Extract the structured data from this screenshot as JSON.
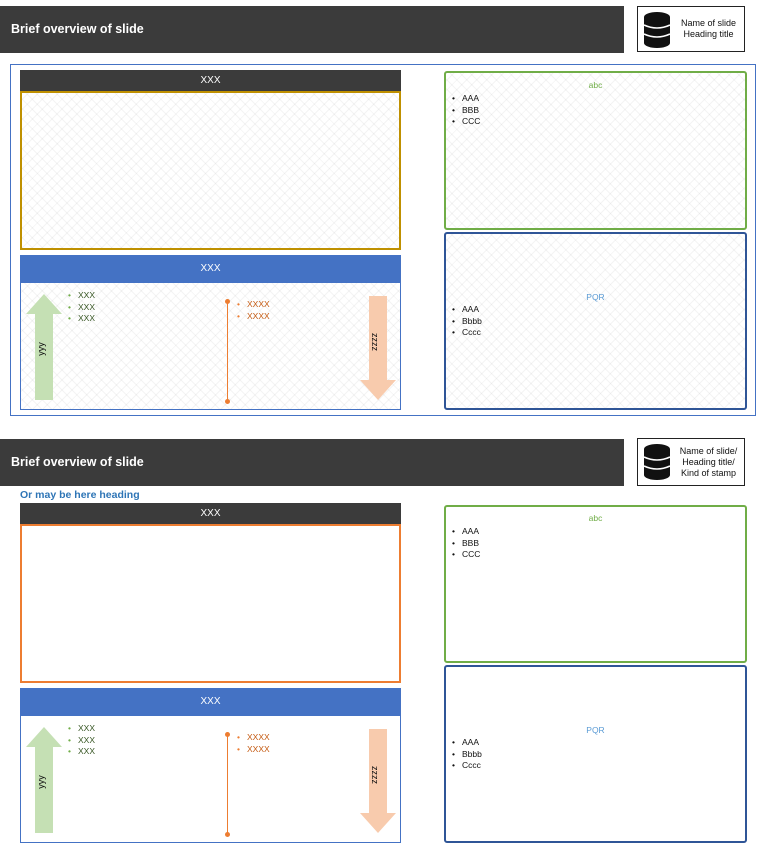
{
  "slide1": {
    "header": {
      "title": "Brief overview of slide"
    },
    "stamp": {
      "text": "Name of slide\nHeading title",
      "icon": "database-icon"
    },
    "top_left": {
      "bar_label": "XXX",
      "border_color": "#bf9000"
    },
    "bottom_left": {
      "bar_label": "XXX",
      "up_arrow_label": "yyy",
      "green_list": [
        "XXX",
        "XXX",
        "XXX"
      ],
      "orange_list": [
        "XXXX",
        "XXXX"
      ],
      "down_arrow_label": "zzzz"
    },
    "abc_panel": {
      "title": "abc",
      "items": [
        "AAA",
        "BBB",
        "CCC"
      ]
    },
    "pqr_panel": {
      "title": "PQR",
      "items": [
        "AAA",
        "Bbbb",
        "Cccc"
      ]
    }
  },
  "slide2": {
    "header": {
      "title": "Brief overview of slide"
    },
    "stamp": {
      "text": "Name of slide/\nHeading title/\nKind of stamp",
      "icon": "database-icon"
    },
    "subheading": "Or may be here heading",
    "top_left": {
      "bar_label": "XXX",
      "border_color": "#ed7d31"
    },
    "bottom_left": {
      "bar_label": "XXX",
      "up_arrow_label": "yyy",
      "green_list": [
        "XXX",
        "XXX",
        "XXX"
      ],
      "orange_list": [
        "XXXX",
        "XXXX"
      ],
      "down_arrow_label": "zzzz"
    },
    "abc_panel": {
      "title": "abc",
      "items": [
        "AAA",
        "BBB",
        "CCC"
      ]
    },
    "pqr_panel": {
      "title": "PQR",
      "items": [
        "AAA",
        "Bbbb",
        "Cccc"
      ]
    }
  },
  "colors": {
    "header_bg": "#3b3b3b",
    "blue_bar": "#4472c4",
    "dark_bar": "#3b3b3b",
    "green": "#70ad47",
    "navy": "#2f5597",
    "orange": "#ed7d31",
    "light_green_arrow": "#c5e0b4",
    "light_orange_arrow": "#f8cbad",
    "subheading": "#2e75b6"
  }
}
